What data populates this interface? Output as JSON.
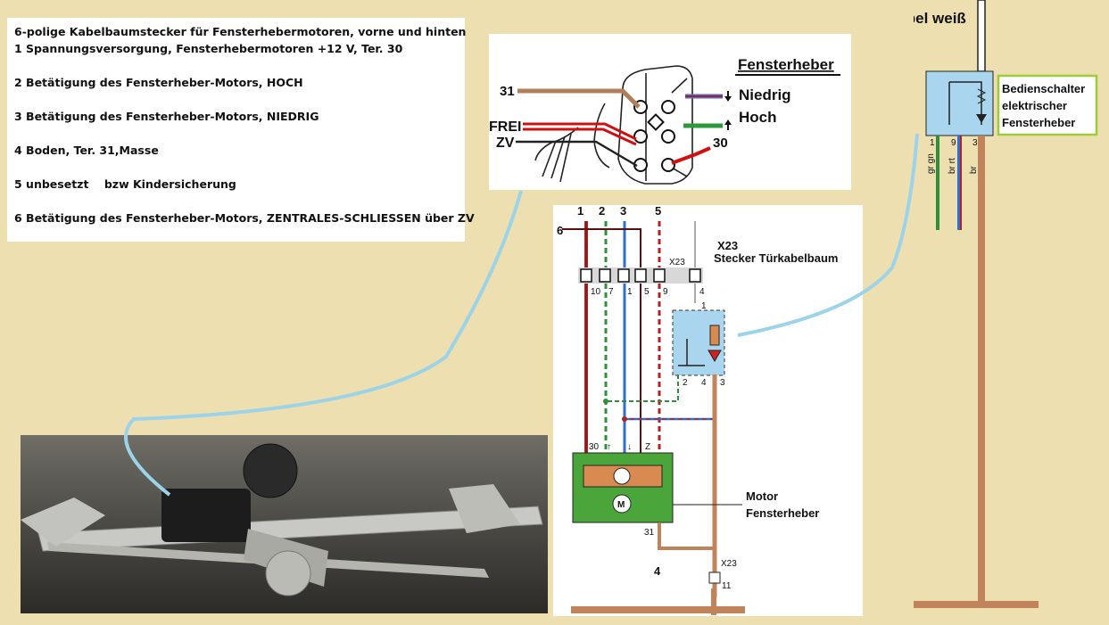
{
  "pin_list": {
    "header": "6-polige Kabelbaumstecker für Fensterhebermotoren, vorne und hinten",
    "pin1": "1 Spannungsversorgung, Fensterhebermotoren +12 V, Ter. 30",
    "pin2": "2 Betätigung des Fensterheber-Motors, HOCH",
    "pin3": "3 Betätigung des Fensterheber-Motors, NIEDRIG",
    "pin4": "4 Boden, Ter. 31,Masse",
    "pin5_a": "5 unbesetzt",
    "pin5_b": "bzw Kindersicherung",
    "pin6": "6 Betätigung des Fensterheber-Motors, ZENTRALES-SCHLIESSEN über ZV"
  },
  "connector": {
    "title": "Fensterheber",
    "label_31": "31",
    "label_frei": "FREI",
    "label_zv": "ZV",
    "label_niedrig": "Niedrig",
    "label_hoch": "Hoch",
    "label_30": "30"
  },
  "schematic": {
    "top_nums": [
      "1",
      "2",
      "3",
      "5"
    ],
    "num_6": "6",
    "x23": "X23",
    "x23_small": "X23",
    "x23_title": "X23",
    "x23_subtitle": "Stecker Türkabelbaum",
    "pins": [
      "10",
      "7",
      "1",
      "5",
      "9",
      "4"
    ],
    "switch_top_pin": "1",
    "switch_pins": [
      "2",
      "4",
      "3"
    ],
    "motor_pins": [
      "30",
      "↑",
      "↓",
      "Z"
    ],
    "motor_bottom_pin": "31",
    "motor_label_1": "Motor",
    "motor_label_2": "Fensterheber",
    "ground_num": "4",
    "ground_x23": "X23",
    "ground_pin": "11"
  },
  "switch_panel": {
    "cable_label": "Kabel weiß",
    "switch_label_1": "Bedienschalter",
    "switch_label_2": "elektrischer",
    "switch_label_3": "Fensterheber",
    "pin_1": "1",
    "pin_9": "9",
    "pin_3": "3",
    "wire_1": "gr gn",
    "wire_2": "br rt",
    "wire_3": "br"
  },
  "colors": {
    "background": "#eddfb0",
    "callout_line": "#9cd3e8",
    "wire_brown": "#c1845a",
    "wire_red": "#b22222",
    "wire_green": "#2f8f3a",
    "wire_blue": "#2f6fd0",
    "switch_blue": "#a9d6ee",
    "motor_green": "#4aa53a",
    "motor_orange": "#d98a50",
    "label_box_border": "#9ccc3a"
  }
}
